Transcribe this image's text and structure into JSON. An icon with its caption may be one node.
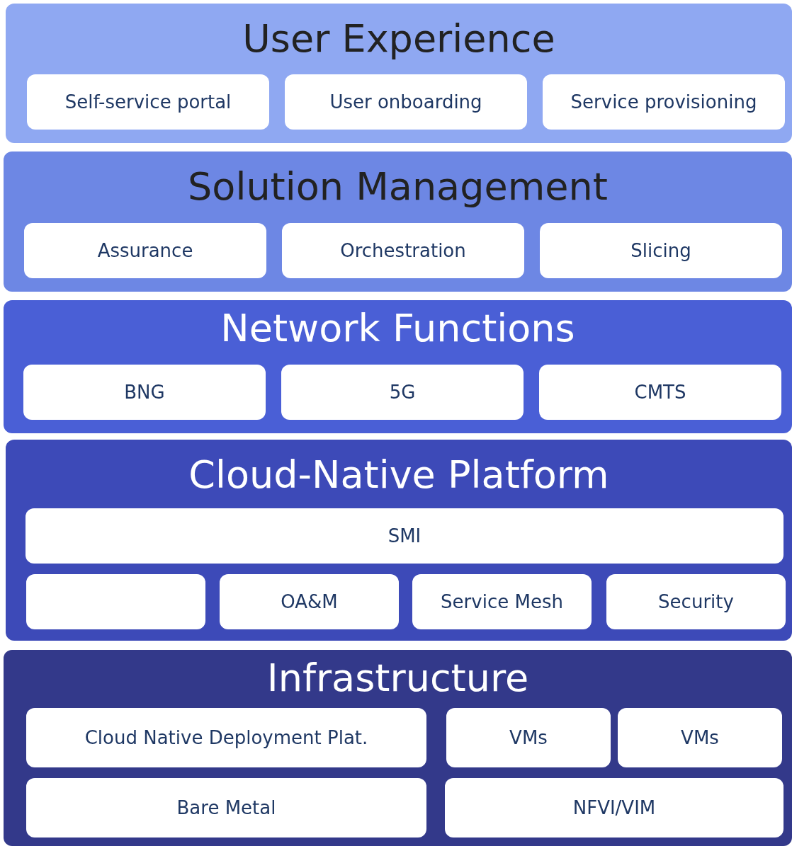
{
  "diagram": {
    "nodes": [
      {
        "text": [
          "User Experience"
        ]
      },
      {
        "text": [
          "Self-service portal"
        ],
        "in": 0
      },
      {
        "text": [
          "User onboarding"
        ],
        "in": 0
      },
      {
        "text": [
          "Service provisioning"
        ],
        "in": 0
      },
      {
        "text": [
          "Solution Management"
        ]
      },
      {
        "text": [
          "Assurance"
        ],
        "in": 4
      },
      {
        "text": [
          "Orchestration"
        ],
        "in": 4
      },
      {
        "text": [
          "Slicing"
        ],
        "in": 4
      },
      {
        "text": [
          "Network Functions"
        ]
      },
      {
        "text": [
          "BNG"
        ],
        "in": 8
      },
      {
        "text": [
          "5G"
        ],
        "in": 8
      },
      {
        "text": [
          "CMTS"
        ],
        "in": 8
      },
      {
        "text": [
          "Cloud-Native Platform"
        ]
      },
      {
        "text": [
          "SMI"
        ],
        "in": 12
      },
      {
        "text": [],
        "shape": "box",
        "in": 12
      },
      {
        "text": [
          "OA&M"
        ],
        "in": 12
      },
      {
        "text": [
          "Service Mesh"
        ],
        "in": 12
      },
      {
        "text": [
          "Security"
        ],
        "in": 12
      },
      {
        "text": [
          "Infrastructure"
        ]
      },
      {
        "text": [
          "Cloud Native Deployment Plat."
        ],
        "in": 18
      },
      {
        "text": [
          "VMs"
        ],
        "in": 18
      },
      {
        "text": [
          "VMs"
        ],
        "in": 18
      },
      {
        "text": [
          "Bare Metal"
        ],
        "in": 18
      },
      {
        "text": [
          "NFVI/VIM"
        ],
        "in": 18
      }
    ]
  }
}
